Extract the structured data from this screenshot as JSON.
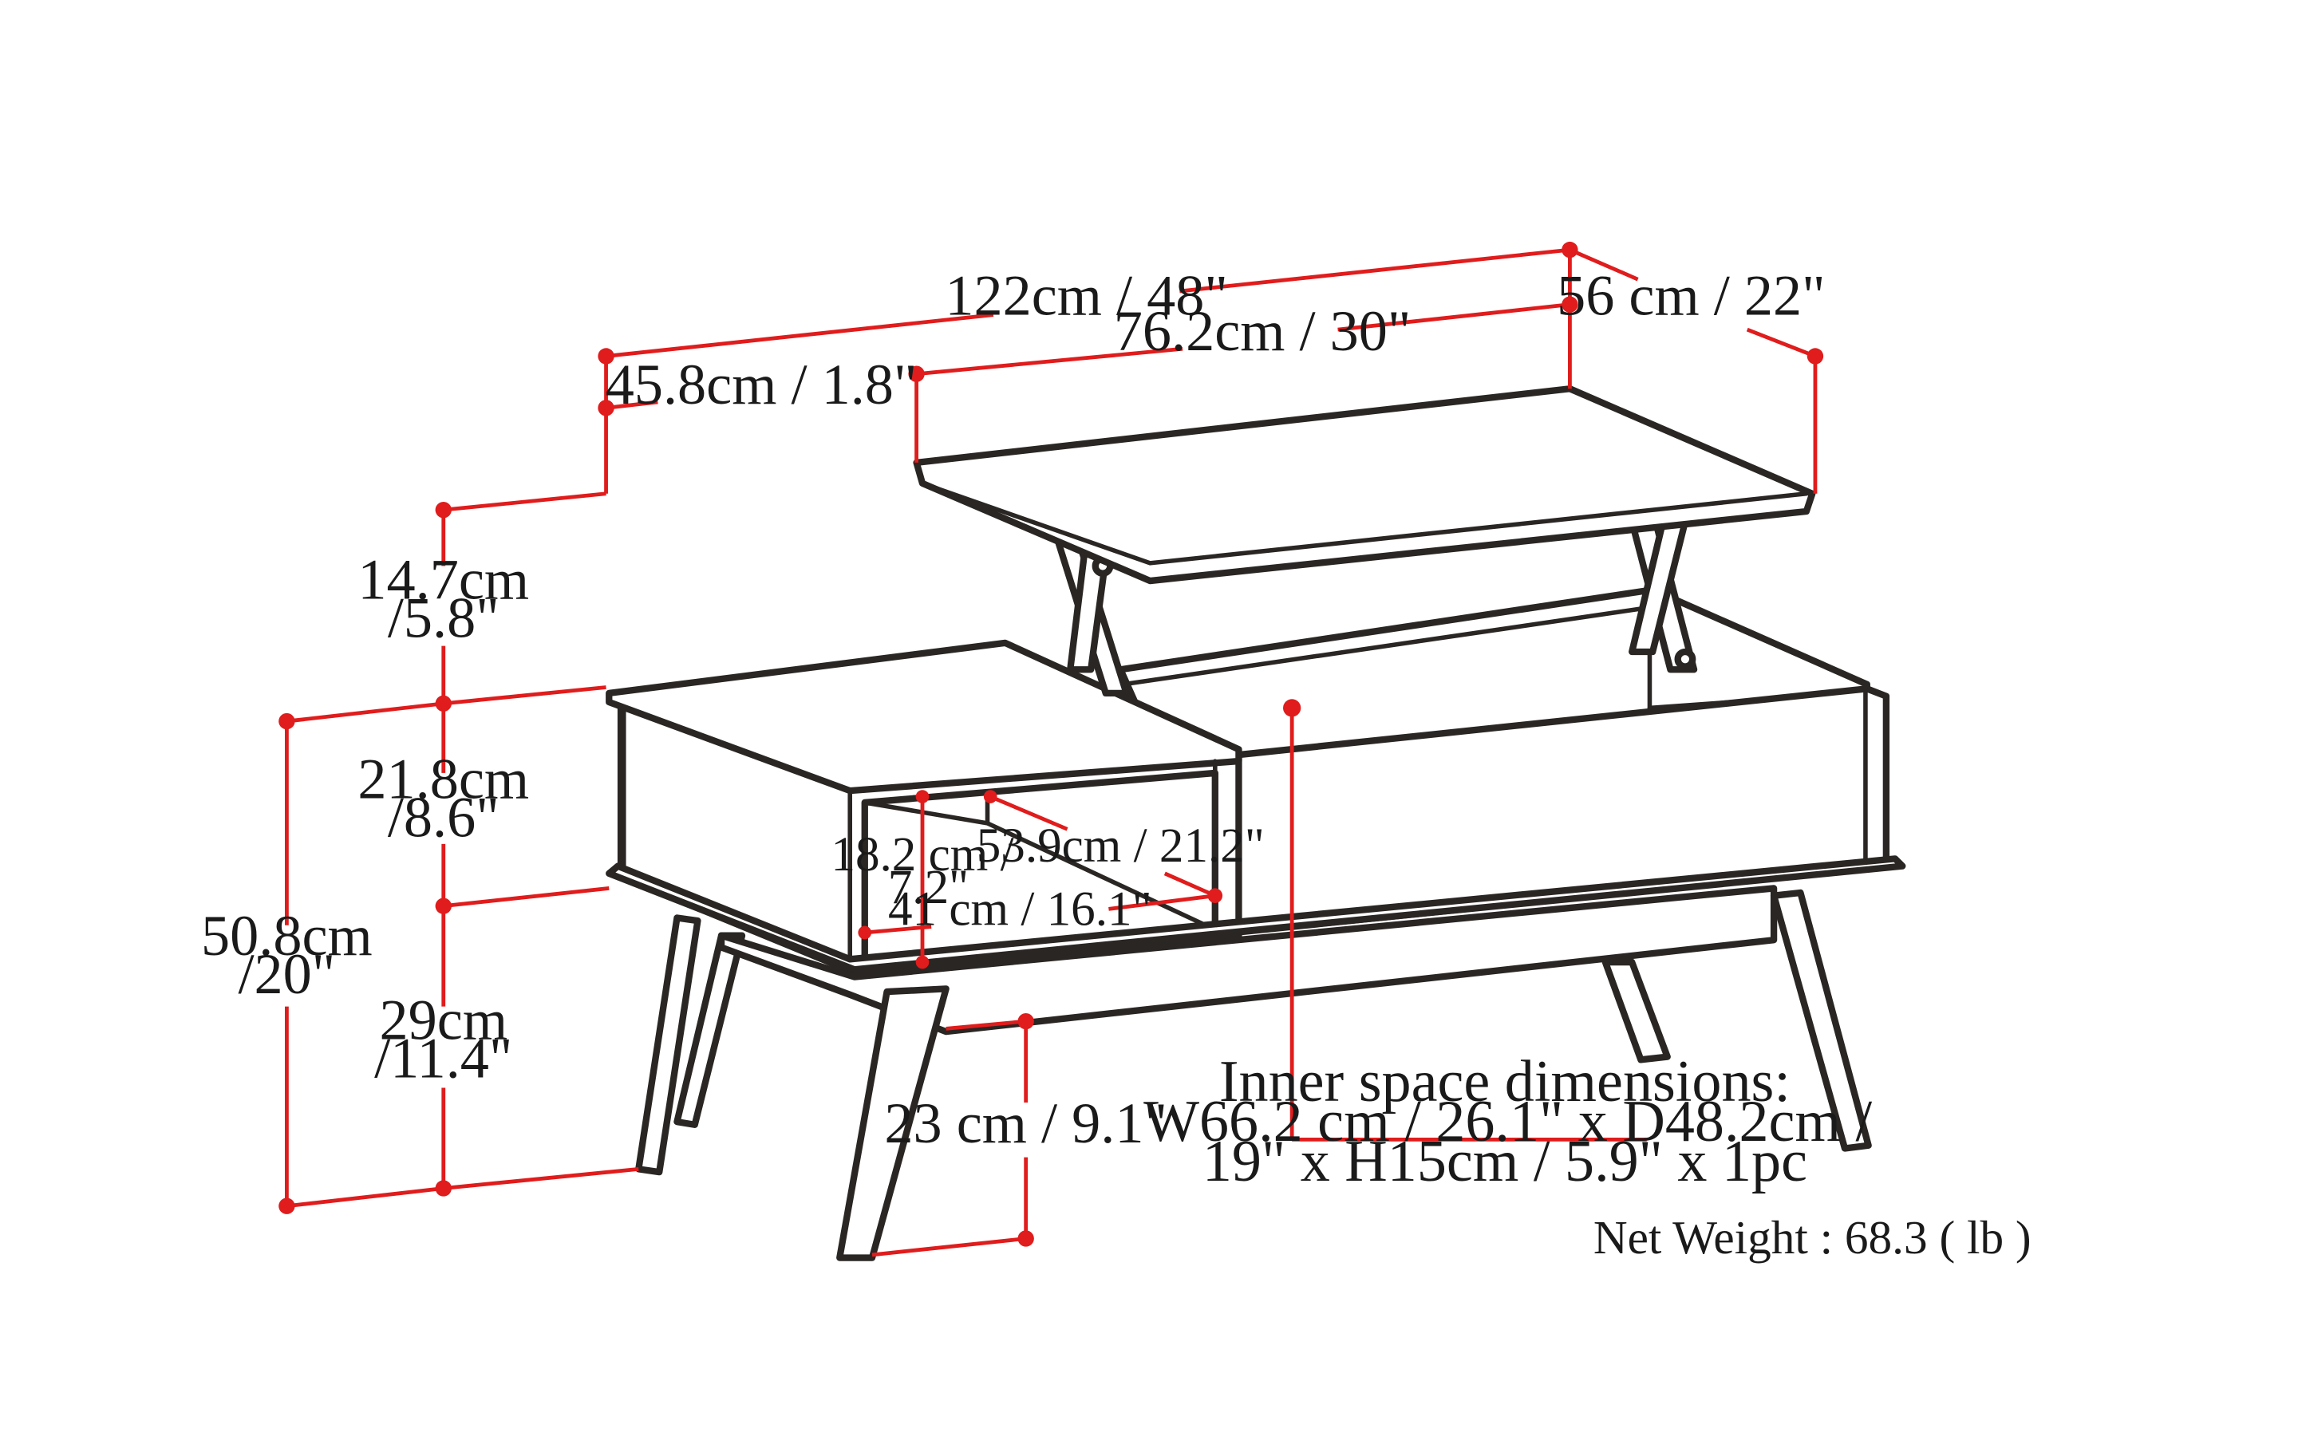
{
  "dimensions": {
    "overall_width": "122cm / 48\"",
    "lift_top_width": "76.2cm / 30\"",
    "depth": "56 cm / 22\"",
    "left_section_width": "45.8cm / 1.8\"",
    "lift_height_line1": "14.7cm",
    "lift_height_line2": "/5.8\"",
    "top_height_line1": "21.8cm",
    "top_height_line2": "/8.6\"",
    "total_height_line1": "50.8cm",
    "total_height_line2": "/20\"",
    "leg_height_line1": "29cm",
    "leg_height_line2": "/11.4\"",
    "leg_clearance": "23 cm / 9.1\"",
    "cubby_height_line1": "18.2 cm /",
    "cubby_height_line2": "7.2\"",
    "cubby_depth": "53.9cm / 21.2\"",
    "cubby_width": "41 cm / 16.1\""
  },
  "inner_space": {
    "line1": "Inner space dimensions:",
    "line2": "W66.2 cm / 26.1\" x D48.2cm /",
    "line3": "19\" x H15cm / 5.9\" x 1pc"
  },
  "net_weight": "Net Weight : 68.3 ( lb )",
  "colors": {
    "dimension_line": "#e01c1c",
    "outline": "#2a2624",
    "background": "#ffffff"
  }
}
